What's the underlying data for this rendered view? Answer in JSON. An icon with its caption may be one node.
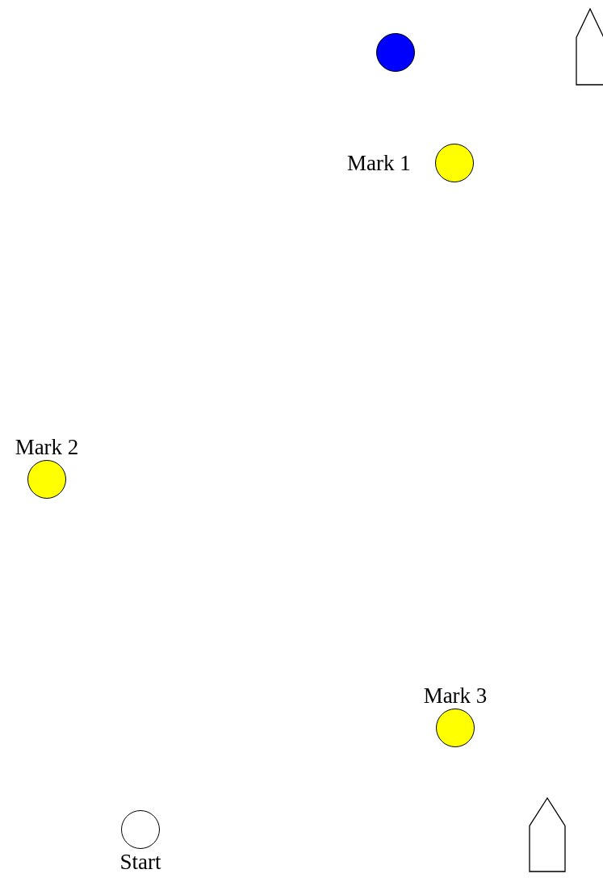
{
  "diagram": {
    "nodes": [
      {
        "text": [],
        "shape": "circle"
      },
      {
        "text": [],
        "shape": "boat"
      },
      {
        "text": [
          "Mark 1"
        ]
      },
      {
        "text": [
          "Mark 2"
        ]
      },
      {
        "text": [
          "Mark 3"
        ]
      },
      {
        "text": [],
        "shape": "boat"
      },
      {
        "text": [
          "Start"
        ]
      }
    ],
    "edges": []
  }
}
